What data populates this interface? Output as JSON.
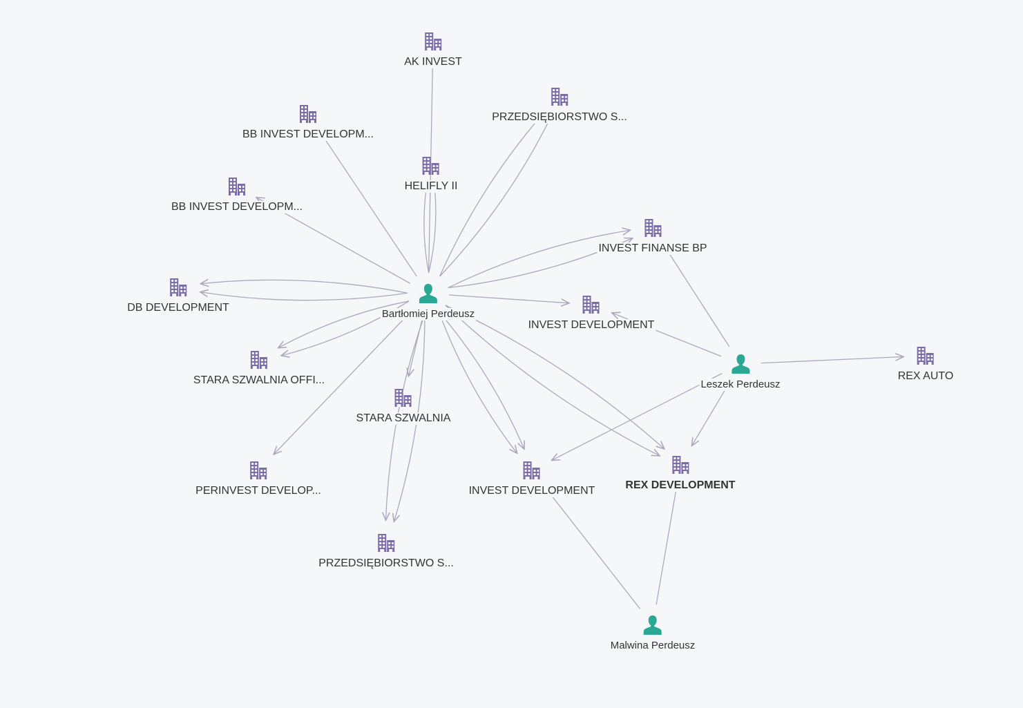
{
  "colors": {
    "company": "#7b6ca8",
    "person": "#2aa894",
    "edge": "#a9a9bd",
    "background": "#f6f7f9"
  },
  "nodes": [
    {
      "label": "AK INVEST",
      "type": "company"
    },
    {
      "label": "PRZEDSIĘBIORSTWO S...",
      "type": "company"
    },
    {
      "label": "BB INVEST DEVELOPM...",
      "type": "company"
    },
    {
      "label": "HELIFLY II",
      "type": "company"
    },
    {
      "label": "BB INVEST DEVELOPM...",
      "type": "company"
    },
    {
      "label": "INVEST FINANSE BP",
      "type": "company"
    },
    {
      "label": "DB DEVELOPMENT",
      "type": "company"
    },
    {
      "label": "Bartłomiej Perdeusz",
      "type": "person"
    },
    {
      "label": "INVEST DEVELOPMENT",
      "type": "company"
    },
    {
      "label": "Leszek Perdeusz",
      "type": "person"
    },
    {
      "label": "REX AUTO",
      "type": "company"
    },
    {
      "label": "STARA SZWALNIA OFFI...",
      "type": "company"
    },
    {
      "label": "STARA SZWALNIA",
      "type": "company"
    },
    {
      "label": "PERINVEST DEVELOP...",
      "type": "company"
    },
    {
      "label": "INVEST DEVELOPMENT",
      "type": "company"
    },
    {
      "label": "REX DEVELOPMENT",
      "type": "company",
      "selected": true
    },
    {
      "label": "PRZEDSIĘBIORSTWO S...",
      "type": "company"
    },
    {
      "label": "Malwina Perdeusz",
      "type": "person"
    }
  ],
  "edges": [
    {
      "from": 7,
      "to": 0,
      "count": 1,
      "arrow": false
    },
    {
      "from": 7,
      "to": 2,
      "count": 1,
      "arrow": false
    },
    {
      "from": 7,
      "to": 3,
      "count": 2,
      "arrow": false
    },
    {
      "from": 7,
      "to": 1,
      "count": 2,
      "arrow": false
    },
    {
      "from": 7,
      "to": 4,
      "count": 1,
      "arrow": true
    },
    {
      "from": 7,
      "to": 6,
      "count": 2,
      "arrow": true
    },
    {
      "from": 7,
      "to": 5,
      "count": 2,
      "arrow": true
    },
    {
      "from": 7,
      "to": 8,
      "count": 1,
      "arrow": true
    },
    {
      "from": 7,
      "to": 11,
      "count": 2,
      "arrow": true
    },
    {
      "from": 7,
      "to": 12,
      "count": 1,
      "arrow": true
    },
    {
      "from": 7,
      "to": 13,
      "count": 1,
      "arrow": true
    },
    {
      "from": 7,
      "to": 16,
      "count": 2,
      "arrow": true
    },
    {
      "from": 7,
      "to": 14,
      "count": 2,
      "arrow": true
    },
    {
      "from": 7,
      "to": 15,
      "count": 2,
      "arrow": true
    },
    {
      "from": 9,
      "to": 5,
      "count": 1,
      "arrow": false
    },
    {
      "from": 9,
      "to": 8,
      "count": 1,
      "arrow": true
    },
    {
      "from": 9,
      "to": 10,
      "count": 1,
      "arrow": true
    },
    {
      "from": 9,
      "to": 14,
      "count": 1,
      "arrow": true
    },
    {
      "from": 9,
      "to": 15,
      "count": 1,
      "arrow": true
    },
    {
      "from": 17,
      "to": 14,
      "count": 1,
      "arrow": false
    },
    {
      "from": 17,
      "to": 15,
      "count": 1,
      "arrow": false
    }
  ]
}
